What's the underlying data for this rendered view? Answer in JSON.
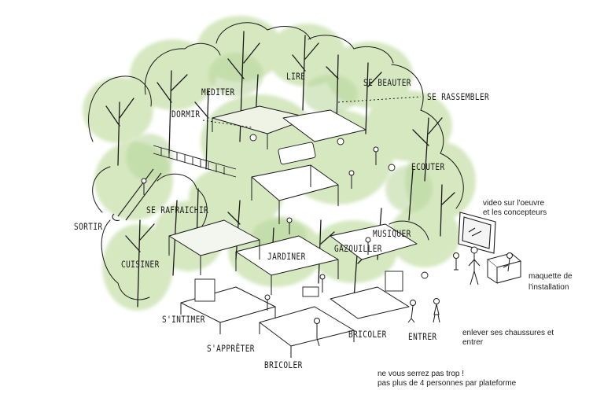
{
  "labels": {
    "mediter": "MEDITER",
    "lire": "LIRE",
    "se_beauter": "SE BEAUTER",
    "se_rassembler": "SE RASSEMBLER",
    "dormir": "DORMIR",
    "ecouter": "ECOUTER",
    "se_rafraichir": "SE RAFRAICHIR",
    "sortir": "SORTIR",
    "musiquer": "MUSIQUER",
    "cuisiner": "CUISINER",
    "jardiner": "JARDINER",
    "gazouiller": "GAZOUILLER",
    "s_intimer": "S'INTIMER",
    "s_appreter": "S'APPRÊTER",
    "bricoler_bas": "BRICOLER",
    "bricoler_droite": "BRICOLER",
    "entrer": "ENTRER"
  },
  "notes": {
    "video": [
      "video sur l'oeuvre",
      "et les concepteurs"
    ],
    "maquette": [
      "maquette de",
      "l'installation"
    ],
    "chaussures": [
      "enlever ses chaussures et",
      "entrer"
    ],
    "serrez": [
      "ne vous serrez pas trop !",
      "pas plus de 4 personnes par plateforme"
    ]
  },
  "colors": {
    "foliage": "#cfe4b6",
    "foliage_dark": "#b7d69b",
    "ink": "#1b1b1b",
    "platform": "#eef3e6"
  }
}
